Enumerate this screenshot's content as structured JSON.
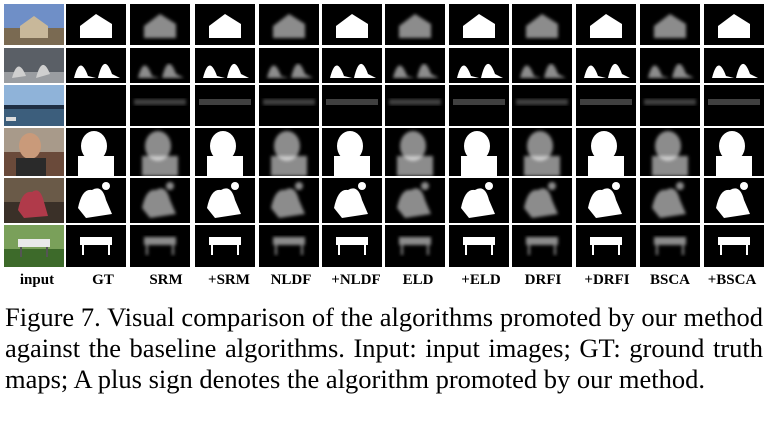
{
  "figure": {
    "columns": [
      "input",
      "GT",
      "SRM",
      "+SRM",
      "NLDF",
      "+NLDF",
      "ELD",
      "+ELD",
      "DRFI",
      "+DRFI",
      "BSCA",
      "+BSCA"
    ],
    "rows": [
      {
        "scene": "house"
      },
      {
        "scene": "stone-sculptures"
      },
      {
        "scene": "coast"
      },
      {
        "scene": "man-face"
      },
      {
        "scene": "person-with-objects"
      },
      {
        "scene": "sign-on-grass"
      }
    ],
    "caption": "Figure 7. Visual comparison of the algorithms promoted by our method against the baseline algorithms. Input: input images; GT: ground truth maps; A plus sign denotes the algorithm promoted by our method."
  }
}
